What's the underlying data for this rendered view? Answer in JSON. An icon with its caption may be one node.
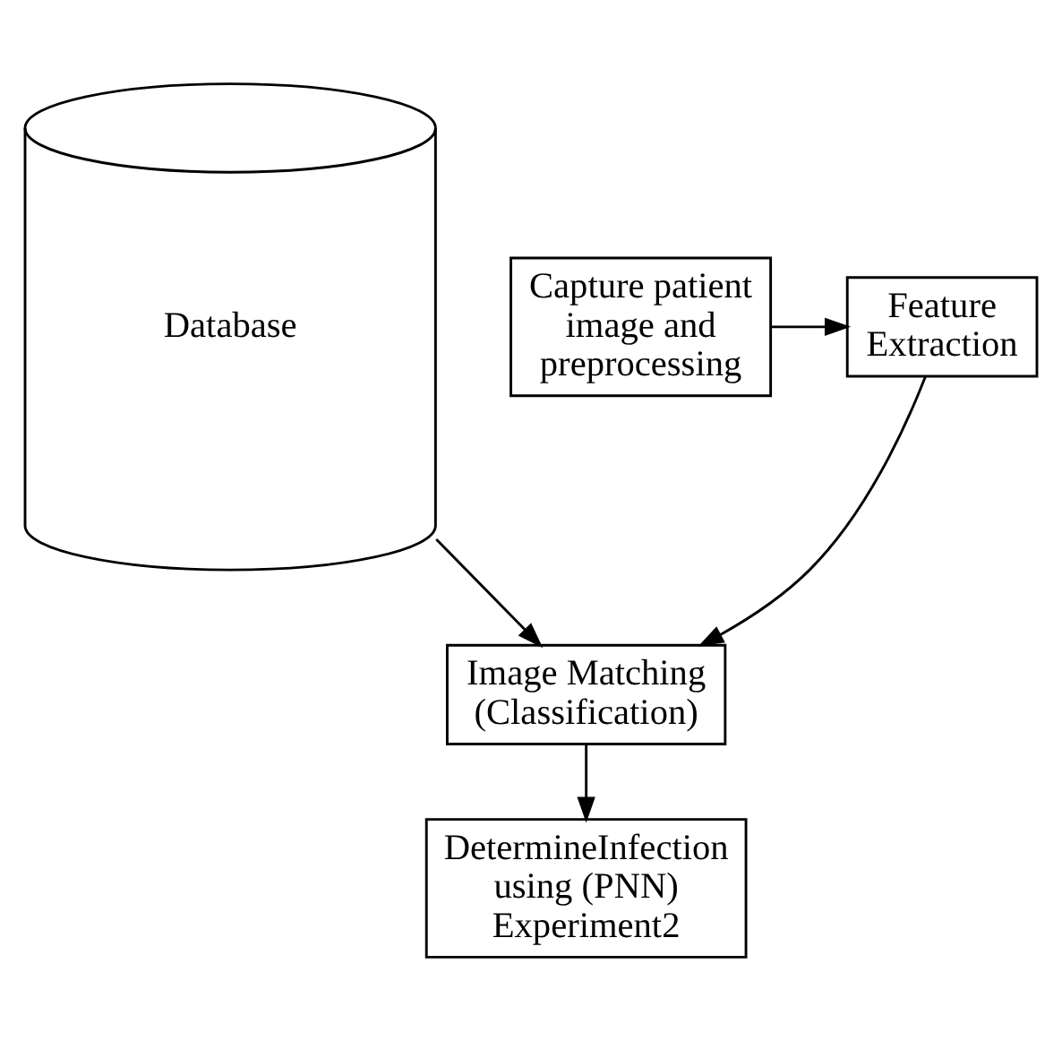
{
  "diagram": {
    "nodes": [
      {
        "text": [
          "Database"
        ]
      },
      {
        "text": [
          "Capture patient image and preprocessing"
        ]
      },
      {
        "text": [
          "Feature Extraction"
        ]
      },
      {
        "text": [
          "Image Matching (Classification)"
        ]
      },
      {
        "text": [
          "DetermineInfection using (PNN) Experiment2"
        ]
      }
    ],
    "edges": [
      {
        "from": 1,
        "to": 2,
        "arrow": "to"
      },
      {
        "from": 0,
        "to": 3,
        "arrow": "to"
      },
      {
        "from": 2,
        "to": 3,
        "arrow": "to"
      },
      {
        "from": 3,
        "to": 4,
        "arrow": "to"
      }
    ]
  }
}
